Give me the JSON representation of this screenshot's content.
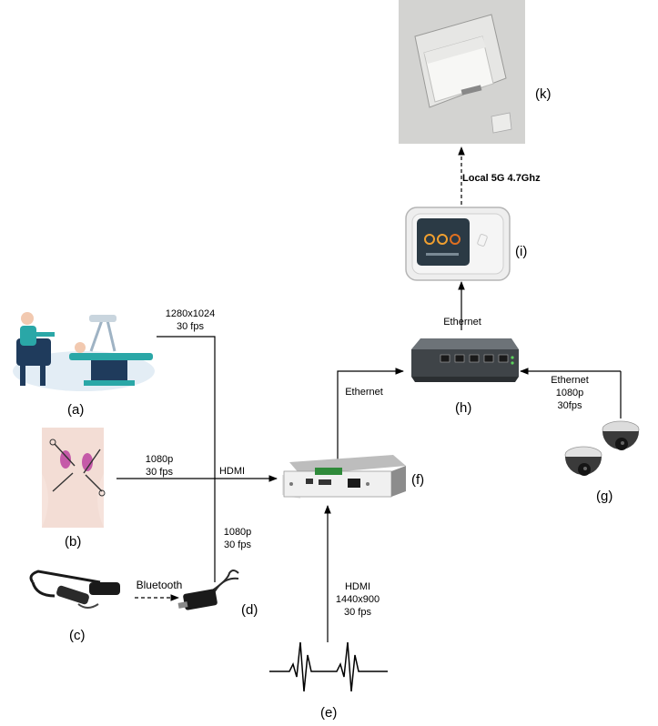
{
  "nodes": {
    "a": {
      "label": "(a)",
      "icon": "robotic-surgery-icon"
    },
    "b": {
      "label": "(b)",
      "icon": "laparoscopic-view-icon"
    },
    "c": {
      "label": "(c)",
      "icon": "smart-glasses-icon"
    },
    "d": {
      "label": "(d)",
      "icon": "hdmi-dongle-icon"
    },
    "e": {
      "label": "(e)",
      "icon": "ecg-waveform-icon"
    },
    "f": {
      "label": "(f)",
      "icon": "video-encoder-icon"
    },
    "g": {
      "label": "(g)",
      "icon": "dome-cameras-icon"
    },
    "h": {
      "label": "(h)",
      "icon": "ethernet-switch-icon"
    },
    "i": {
      "label": "(i)",
      "icon": "5g-router-icon"
    },
    "k": {
      "label": "(k)",
      "icon": "ceiling-5g-antenna-photo"
    }
  },
  "edges": {
    "a_res": "1280x1024",
    "a_fps": "30 fps",
    "b_res": "1080p",
    "b_fps": "30 fps",
    "hdmi": "HDMI",
    "d_res": "1080p",
    "d_fps": "30 fps",
    "bluetooth": "Bluetooth",
    "e_hdmi": "HDMI",
    "e_res": "1440x900",
    "e_fps": "30 fps",
    "f_h": "Ethernet",
    "h_i": "Ethernet",
    "g_eth": "Ethernet",
    "g_res": "1080p",
    "g_fps": "30fps",
    "i_k": "Local 5G 4.7Ghz"
  },
  "colors": {
    "line": "#000000",
    "skin": "#f6e3dc",
    "kidney": "#c55aa8",
    "teal": "#2aa7a7",
    "navy": "#1f3b5c",
    "device_gray": "#d9d9d9",
    "screen": "#2b3a45"
  }
}
